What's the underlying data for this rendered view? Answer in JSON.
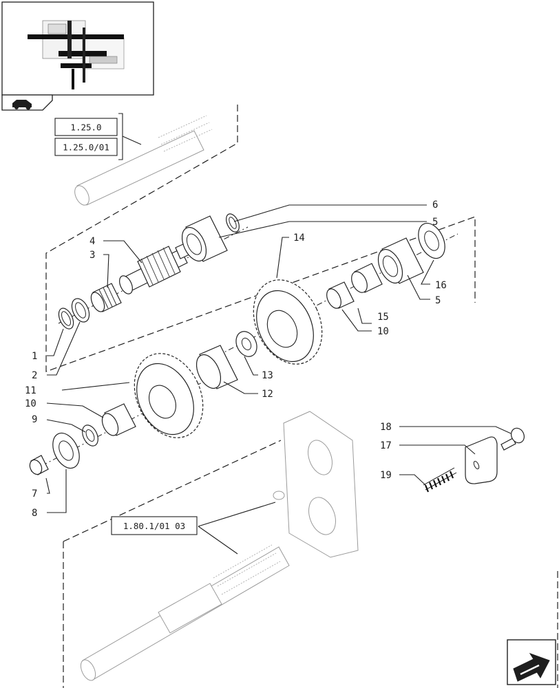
{
  "diagram": {
    "callouts": [
      {
        "id": "c1",
        "text": "1"
      },
      {
        "id": "c2",
        "text": "2"
      },
      {
        "id": "c3",
        "text": "3"
      },
      {
        "id": "c4",
        "text": "4"
      },
      {
        "id": "c5a",
        "text": "5"
      },
      {
        "id": "c5b",
        "text": "5"
      },
      {
        "id": "c6",
        "text": "6"
      },
      {
        "id": "c7",
        "text": "7"
      },
      {
        "id": "c8",
        "text": "8"
      },
      {
        "id": "c9",
        "text": "9"
      },
      {
        "id": "c10a",
        "text": "10"
      },
      {
        "id": "c10b",
        "text": "10"
      },
      {
        "id": "c11",
        "text": "11"
      },
      {
        "id": "c12",
        "text": "12"
      },
      {
        "id": "c13",
        "text": "13"
      },
      {
        "id": "c14",
        "text": "14"
      },
      {
        "id": "c15",
        "text": "15"
      },
      {
        "id": "c16",
        "text": "16"
      },
      {
        "id": "c17",
        "text": "17"
      },
      {
        "id": "c18",
        "text": "18"
      },
      {
        "id": "c19",
        "text": "19"
      }
    ],
    "references": [
      {
        "id": "r1",
        "text": "1.25.0"
      },
      {
        "id": "r2",
        "text": "1.25.0/01"
      },
      {
        "id": "r3",
        "text": "1.80.1/01 03"
      }
    ]
  }
}
